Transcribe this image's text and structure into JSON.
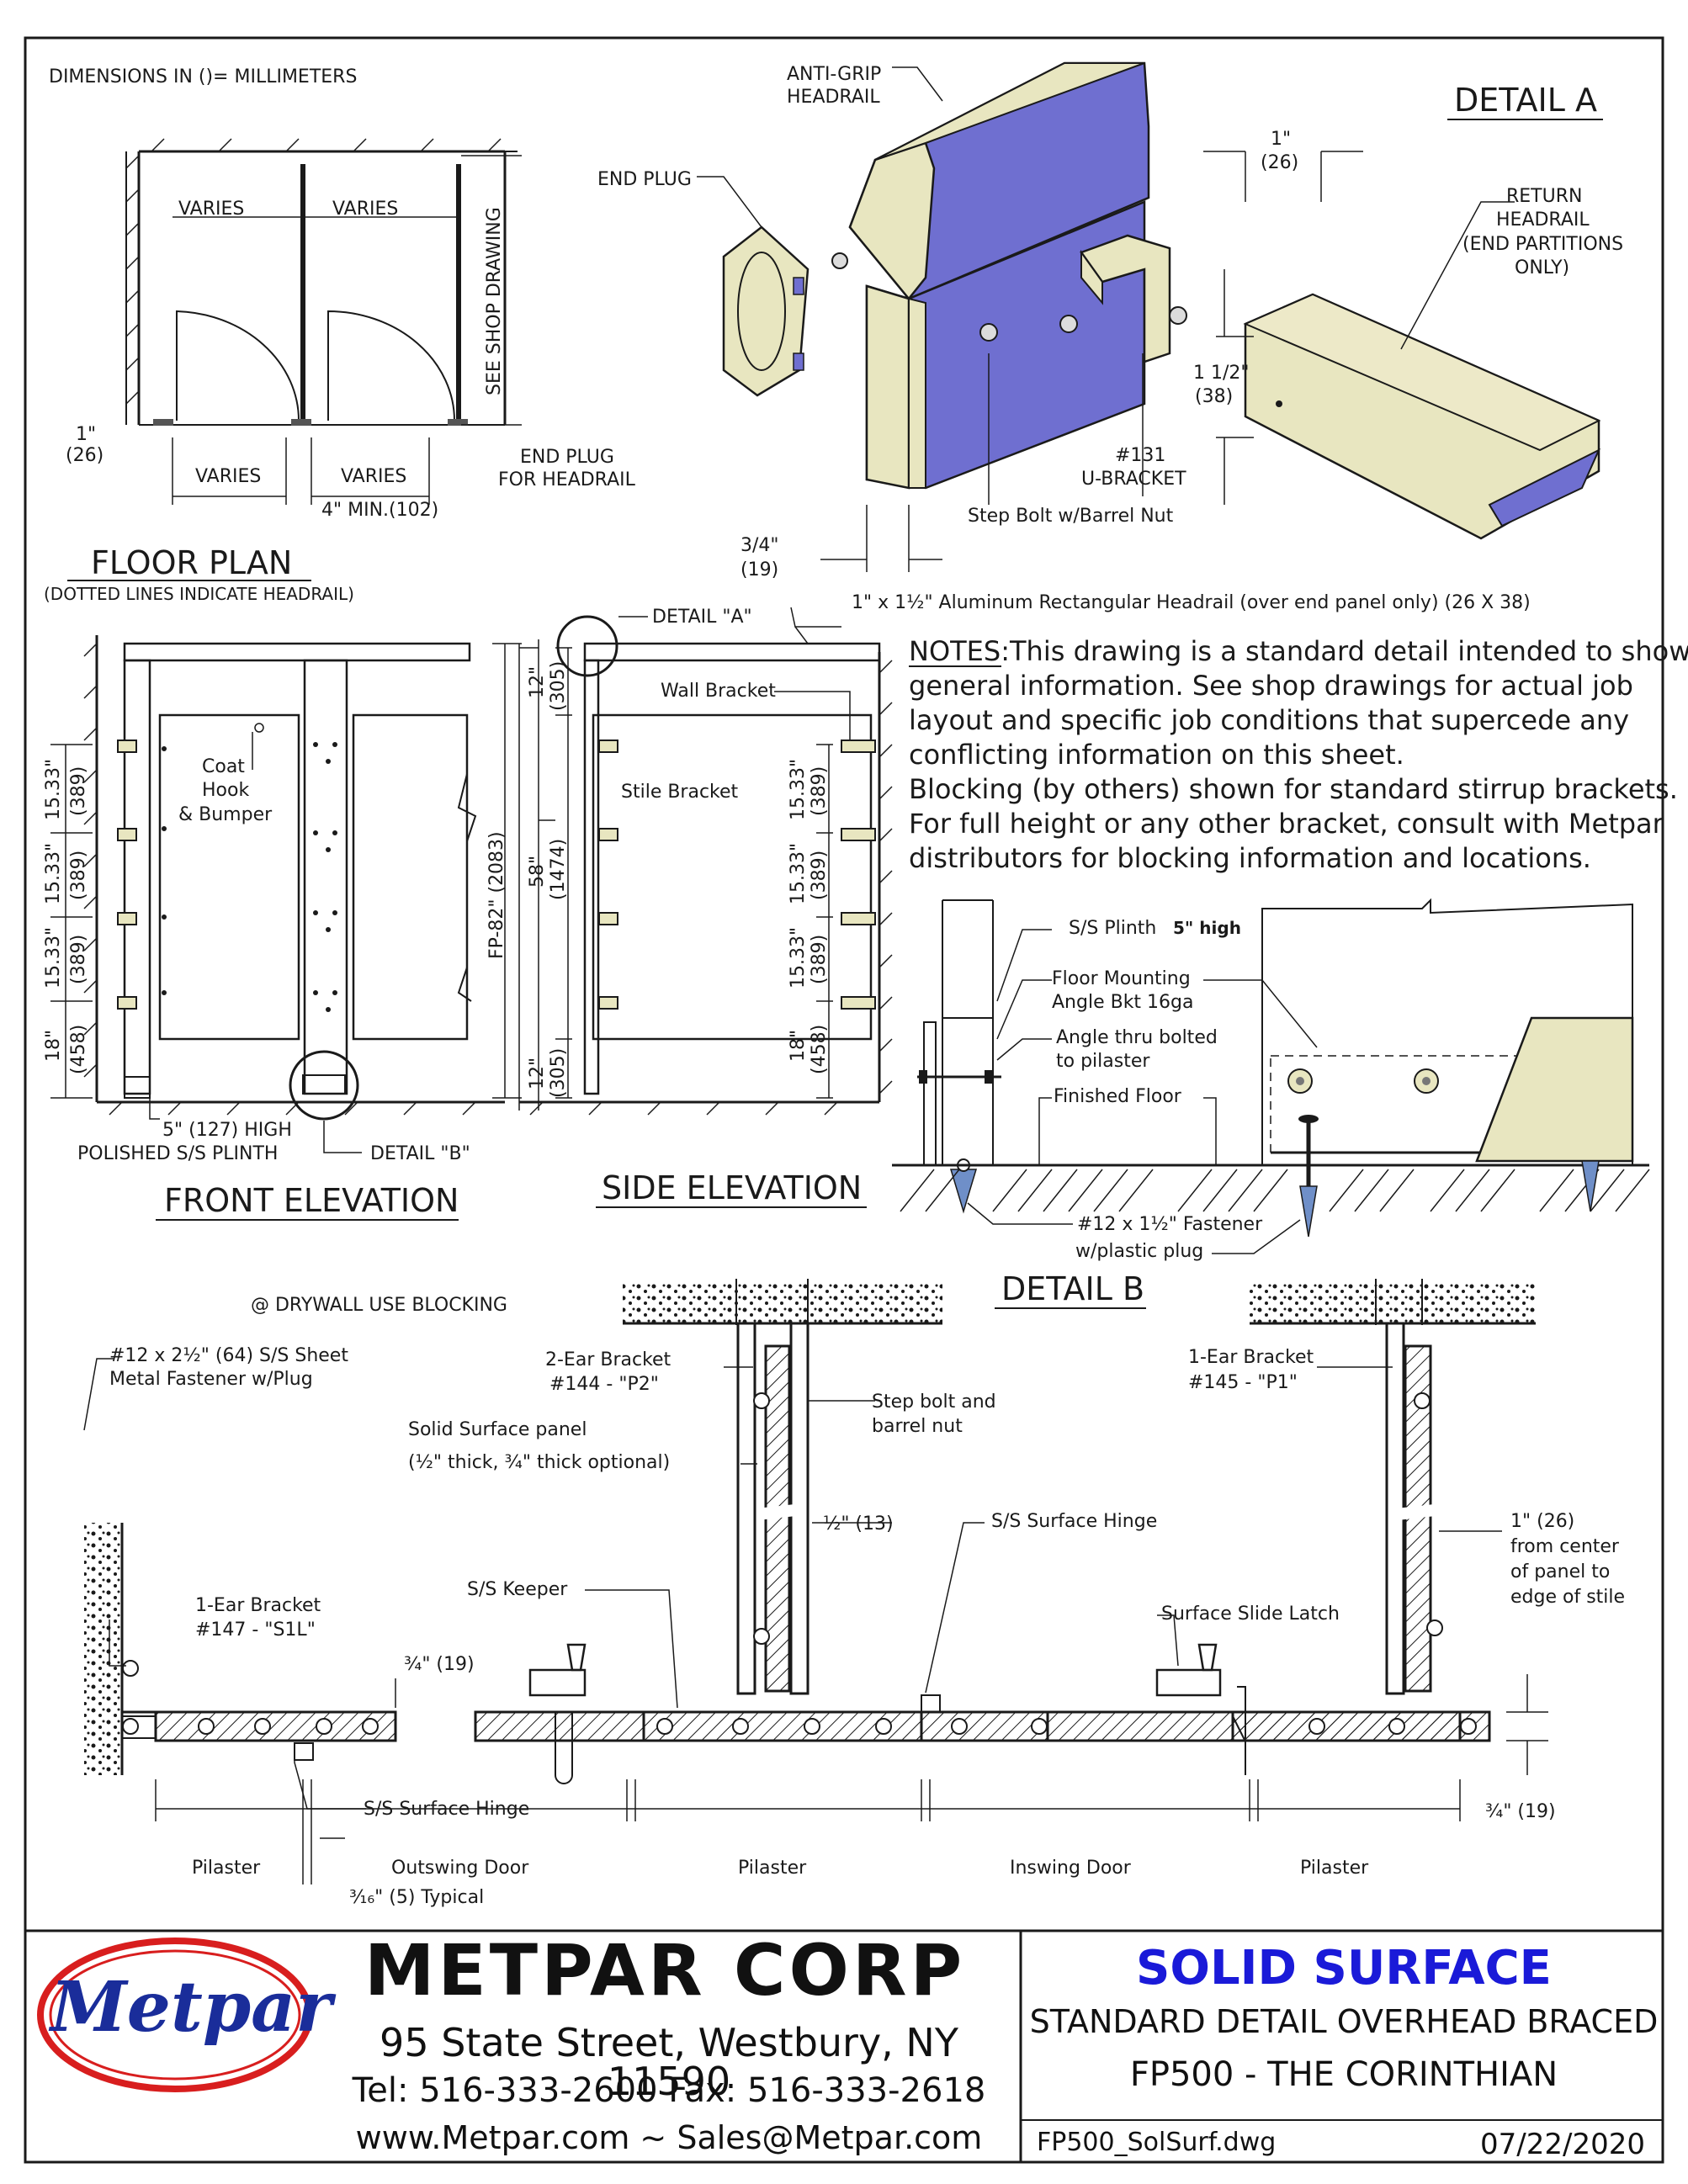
{
  "notes": {
    "dimensions_note": "DIMENSIONS IN ()= MILLIMETERS",
    "notes_heading": "NOTES:",
    "notes_lines": [
      "This drawing is a standard detail intended to show",
      "general information. See shop drawings for actual job",
      "layout and specific job conditions that supercede any",
      "conflicting information on this sheet.",
      "Blocking (by others) shown for standard stirrup brackets.",
      "For full height or any other bracket, consult with Metpar",
      "distributors for blocking information and locations."
    ],
    "drywall_note": "@ DRYWALL USE BLOCKING"
  },
  "floor_plan": {
    "title": "FLOOR PLAN",
    "subtitle": "(DOTTED LINES INDICATE HEADRAIL)",
    "varies": "VARIES",
    "see_shop": "SEE SHOP DRAWING",
    "one_inch": "1\"",
    "one_inch_mm": "(26)",
    "min_gap": "4\" MIN.(102)",
    "end_plug_1": "END PLUG",
    "end_plug_2": "FOR HEADRAIL"
  },
  "detail_a": {
    "title": "DETAIL A",
    "anti_grip_1": "ANTI-GRIP",
    "anti_grip_2": "HEADRAIL",
    "end_plug": "END PLUG",
    "return_1": "RETURN",
    "return_2": "HEADRAIL",
    "return_3": "(END PARTITIONS",
    "return_4": "ONLY)",
    "dim_1in": "1\"",
    "dim_1in_mm": "(26)",
    "dim_1half": "1 1/2\"",
    "dim_1half_mm": "(38)",
    "dim_34": "3/4\"",
    "dim_34_mm": "(19)",
    "u_bracket_1": "#131",
    "u_bracket_2": "U-BRACKET",
    "step_bolt": "Step Bolt w/Barrel Nut"
  },
  "front_elevation": {
    "title": "FRONT ELEVATION",
    "coat_1": "Coat",
    "coat_2": "Hook",
    "coat_3": "& Bumper",
    "dim_1533": "15.33\"",
    "dim_389": "(389)",
    "dim_18": "18\"",
    "dim_458": "(458)",
    "fp82": "FP-82\" (2083)",
    "plinth_1": "5\" (127) HIGH",
    "plinth_2": "POLISHED S/S PLINTH",
    "detail_b_ref": "DETAIL \"B\""
  },
  "side_elevation": {
    "title": "SIDE ELEVATION",
    "detail_a_ref": "DETAIL \"A\"",
    "headrail_note": "1\" x 1½\" Aluminum Rectangular Headrail (over end panel only) (26 X 38)",
    "wall_bracket": "Wall Bracket",
    "stile_bracket": "Stile Bracket",
    "dim_12": "12\"",
    "dim_305": "(305)",
    "dim_58": "58\"",
    "dim_1474": "(1474)"
  },
  "detail_b": {
    "title": "DETAIL B",
    "plinth": "S/S Plinth",
    "plinth_small": "5\" high",
    "floor_mount_1": "Floor Mounting",
    "floor_mount_2": "Angle Bkt 16ga",
    "angle_1": "Angle thru bolted",
    "angle_2": "to pilaster",
    "finished_floor": "Finished Floor",
    "fastener_1": "#12 x 1½\" Fastener",
    "fastener_2": "w/plastic plug"
  },
  "plan_section": {
    "sheet_fastener_1": "#12 x 2½\" (64) S/S Sheet",
    "sheet_fastener_2": "Metal Fastener w/Plug",
    "two_ear_1": "2-Ear Bracket",
    "two_ear_2": "#144 - \"P2\"",
    "one_ear_145_1": "1-Ear Bracket",
    "one_ear_145_2": "#145 - \"P1\"",
    "step_bolt_1": "Step bolt and",
    "step_bolt_2": "barrel nut",
    "solid_panel_1": "Solid Surface panel",
    "solid_panel_2": "(½\" thick, ¾\" thick optional)",
    "half_inch": "½\" (13)",
    "ss_hinge_top": "S/S Surface Hinge",
    "one_inch_1": "1\" (26)",
    "one_inch_2": "from center",
    "one_inch_3": "of panel to",
    "one_inch_4": "edge of stile",
    "ss_keeper": "S/S Keeper",
    "one_ear_147_1": "1-Ear Bracket",
    "one_ear_147_2": "#147 - \"S1L\"",
    "surface_latch": "Surface Slide Latch",
    "three_quarter": "¾\" (19)",
    "ss_hinge_bottom": "S/S Surface Hinge",
    "pilaster": "Pilaster",
    "outswing": "Outswing Door",
    "inswing": "Inswing Door",
    "typical": "³⁄₁₆\" (5) Typical"
  },
  "title_block": {
    "logo": "Metpar",
    "company": "METPAR CORP",
    "address": "95 State Street, Westbury, NY 11590",
    "phone": "Tel: 516-333-2600  Fax: 516-333-2618",
    "web": "www.Metpar.com ~ Sales@Metpar.com",
    "product": "SOLID SURFACE",
    "line2": "STANDARD DETAIL OVERHEAD BRACED",
    "line3": "FP500 - THE CORINTHIAN",
    "file": "FP500_SolSurf.dwg",
    "date": "07/22/2020"
  },
  "colors": {
    "panel_blue": "#6f6fd0",
    "panel_cream": "#e8e6c0",
    "product_blue": "#1a1ad8",
    "logo_red": "#d81e1e",
    "logo_blue": "#1a2d9a"
  }
}
